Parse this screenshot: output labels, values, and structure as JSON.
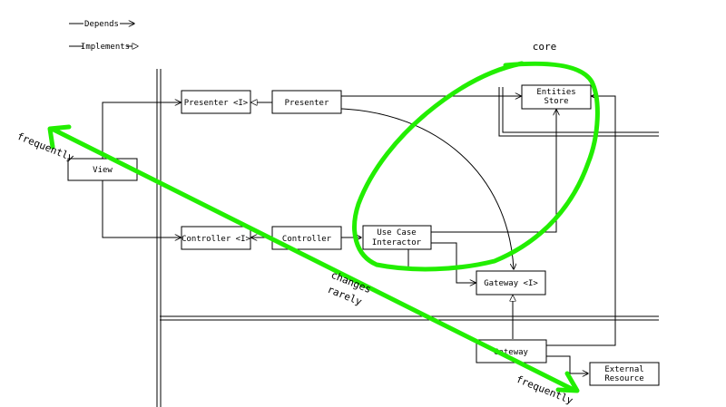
{
  "legend": {
    "depends": "Depends",
    "implements": "Implements"
  },
  "core_label": "core",
  "boxes": {
    "presenter_interface": "Presenter <I>",
    "presenter": "Presenter",
    "entities_line1": "Entities",
    "entities_line2": "Store",
    "view": "View",
    "controller_interface": "Controller <I>",
    "controller": "Controller",
    "use_case_line1": "Use Case",
    "use_case_line2": "Interactor",
    "gateway_interface": "Gateway <I>",
    "gateway": "Gateway",
    "external_line1": "External",
    "external_line2": "Resource"
  },
  "annotations": {
    "frequently_top": "frequently",
    "frequently_bottom": "frequently",
    "changes": "changes",
    "rarely": "rarely"
  },
  "colors": {
    "annotation_green": "#22ee00"
  }
}
